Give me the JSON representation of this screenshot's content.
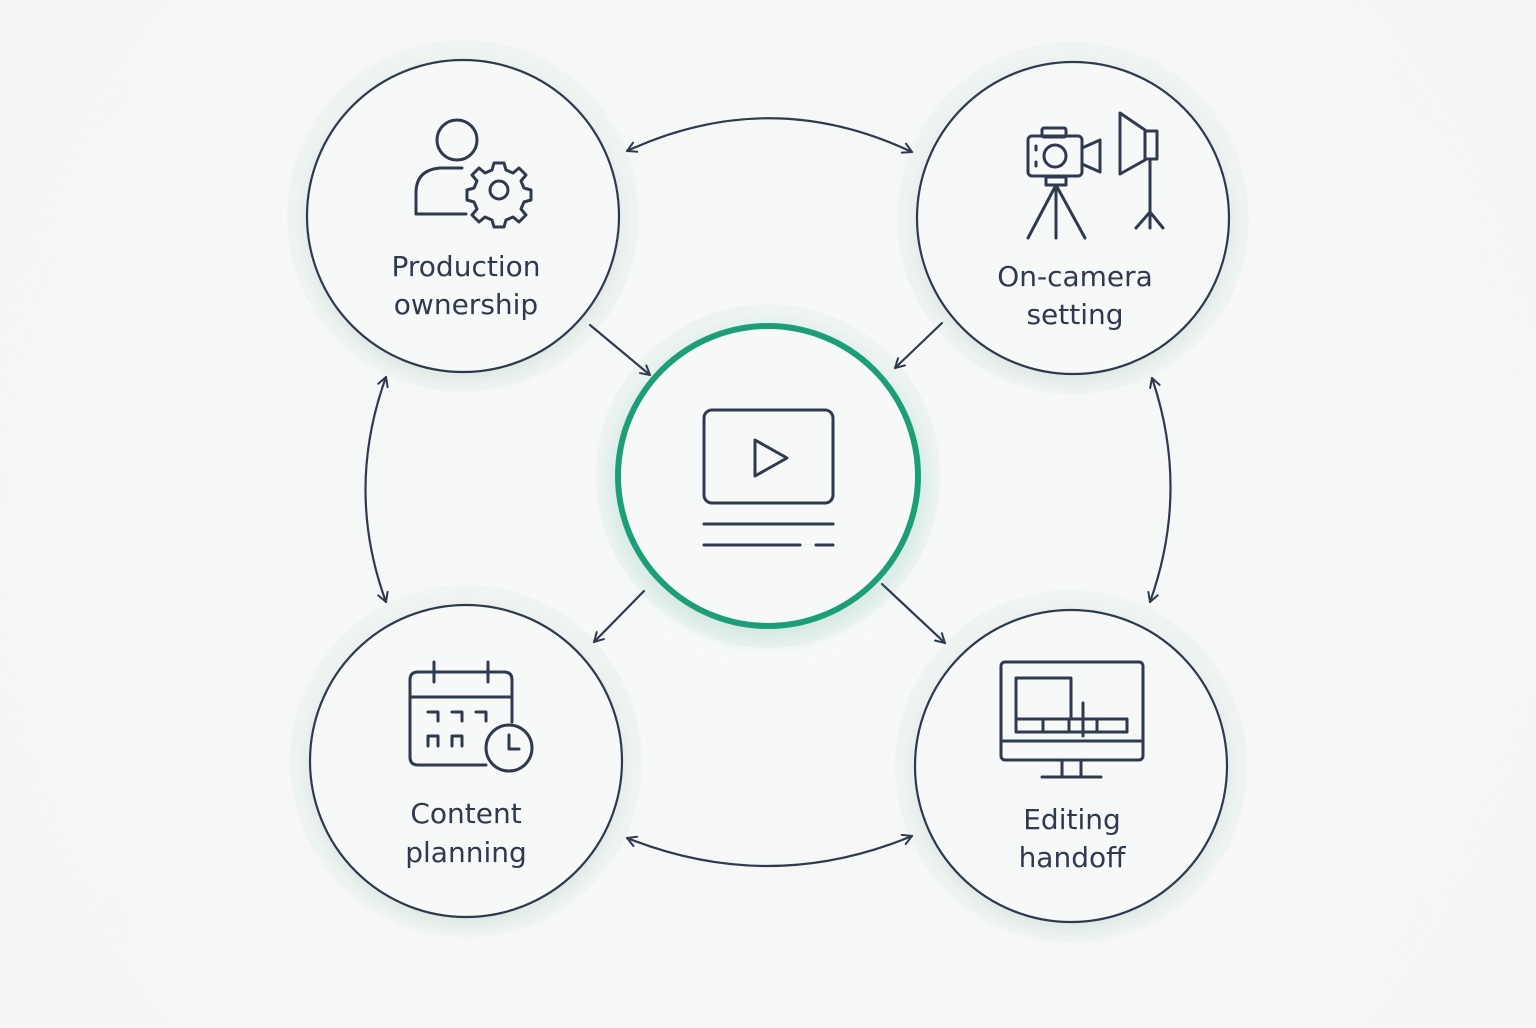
{
  "diagram": {
    "center": {
      "icon": "video-player-icon",
      "accent_color": "#1f9e78"
    },
    "nodes": [
      {
        "id": "production",
        "icon": "user-gear-icon",
        "line1": "Production",
        "line2": "ownership"
      },
      {
        "id": "camera",
        "icon": "camera-light-stand-icon",
        "line1": "On-camera",
        "line2": "setting"
      },
      {
        "id": "planning",
        "icon": "calendar-clock-icon",
        "line1": "Content",
        "line2": "planning"
      },
      {
        "id": "editing",
        "icon": "monitor-timeline-icon",
        "line1": "Editing",
        "line2": "handoff"
      }
    ],
    "colors": {
      "stroke": "#2f3a4e",
      "accent": "#1f9e78",
      "background": "#f6f7f6",
      "circle_fill": "#f7f8f8"
    }
  }
}
